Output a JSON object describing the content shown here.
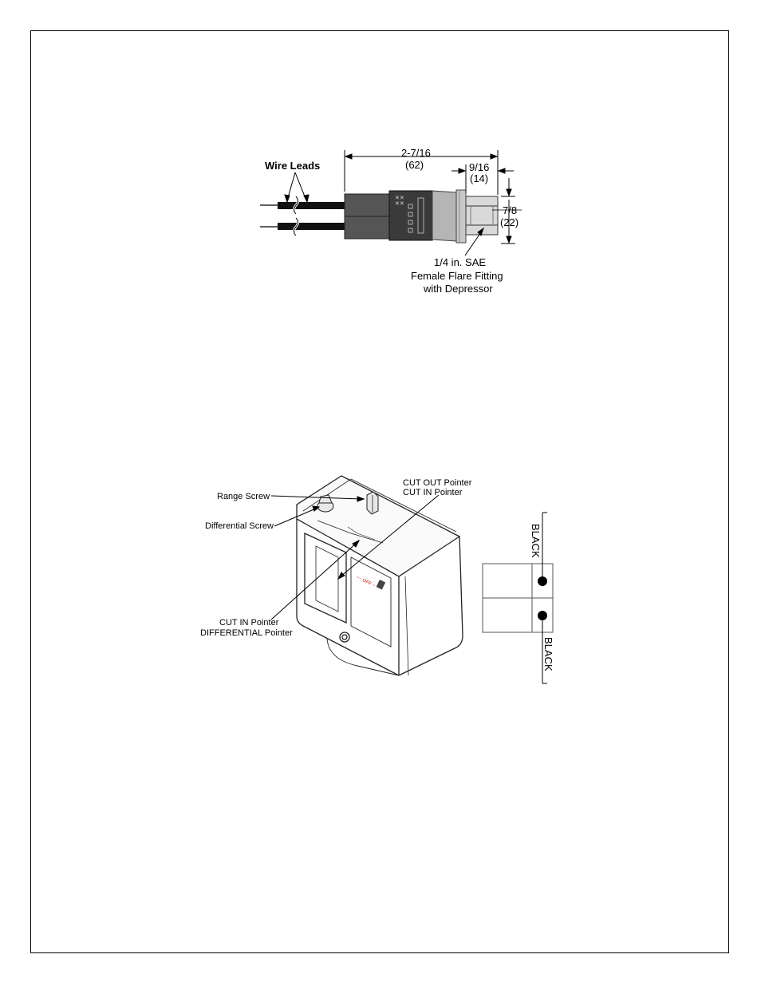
{
  "sensor_figure": {
    "wire_leads_label": "Wire Leads",
    "length_dim_in": "2-7/16",
    "length_dim_mm": "(62)",
    "hex_dim_in": "9/16",
    "hex_dim_mm": "(14)",
    "height_dim_in": "7/8",
    "height_dim_mm": "(22)",
    "fitting_label_line1": "1/4 in. SAE",
    "fitting_label_line2": "Female Flare Fitting",
    "fitting_label_line3": "with Depressor"
  },
  "control_figure": {
    "range_screw_label": "Range Screw",
    "differential_screw_label": "Differential Screw",
    "cut_out_pointer_label": "CUT OUT  Pointer",
    "cut_in_pointer_label_top": "CUT IN Pointer",
    "cut_in_pointer_label_bottom": "CUT IN Pointer",
    "differential_pointer_label": "DIFFERENTIAL Pointer"
  },
  "wiring_figure": {
    "top_wire_label": "BLACK",
    "bottom_wire_label": "BLACK"
  }
}
